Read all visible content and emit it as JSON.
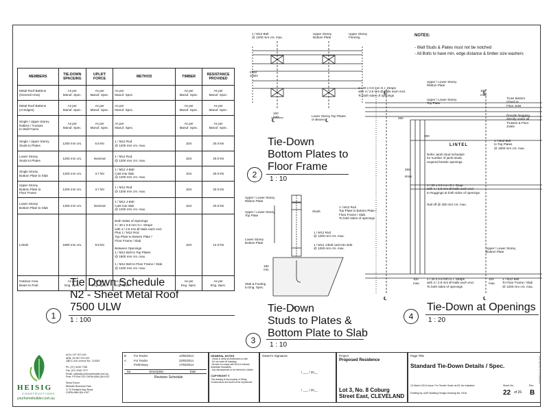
{
  "notes": {
    "heading": "NOTES:",
    "lines": "- Wall Studs & Plates must not be notched\n- All Bolts to have min. edge distance & timber size washers"
  },
  "schedule": {
    "headers": [
      "MEMBERS",
      "TIE-DOWN\nSPACEING",
      "UPLIFT\nFORCE",
      "METHOD",
      "TIMBER",
      "RESISTANCE\nPROVIDED"
    ],
    "rows": [
      [
        "Metal Roof Battens\n(General Area)",
        "As per\nManuf. Spec.",
        "As per\nManuf. Spec.",
        "As per\nManuf. Spec.",
        "As per\nManuf. Spec.",
        "As per\nManuf. Spec."
      ],
      [
        "Metal Roof Battens\n(At Edges)",
        "As per\nManuf. Spec.",
        "As per\nManuf. Spec.",
        "As per\nManuf. Spec.",
        "As per\nManuf. Spec.",
        "As per\nManuf. Spec."
      ],
      [
        "Single / Upper Storey\nRafters / Trusses\nto Wall Frame",
        "As per\nManuf. Spec.",
        "As per\nManuf. Spec.",
        "As per\nManuf. Spec.",
        "As per\nManuf. Spec.",
        "As per\nManuf. Spec."
      ],
      [
        "Single / Upper Storey\nStuds to Plates",
        "1200 mm crs.",
        "6.6 kN",
        "1 / M12 Rod\n@ 1200 mm crs. max.",
        "JD4",
        "20.0 kN"
      ],
      [
        "Lower Storey\nStuds to Plates",
        "1200 mm crs.",
        "Nominal",
        "1 / M12 Rod\n@ 1200 mm crs. max.",
        "JD4",
        "20.0 kN"
      ],
      [
        "Single Storey\nBottom Plate to Slab",
        "1200 mm crs.",
        "3.7 kN",
        "1 / M12 J-Bolt\nCast into slab\n@ 1200 mm crs. max.",
        "JD4",
        "20.0 kN"
      ],
      [
        "Upper Storey\nBottom Plate to\nFloor Frame",
        "1200 mm crs.",
        "3.7 kN",
        "1 / M12 Rod\n@ 1200 mm crs. max.",
        "JD4",
        "20.0 kN"
      ],
      [
        "Lower Storey\nBottom Plate to Slab",
        "1200 mm crs.",
        "Nominal",
        "1 / M12 J-Bolt\nCast into slab\n@ 1200 mm crs. max.",
        "JD4",
        "20.0 kN"
      ],
      [
        "Lintels",
        "1800 mm crs.",
        "9.9 kN",
        "Both Sides of Openings\n2 / 30 x 0.8 mm G.I. Straps\nwith 4 / 2.8 mm Ø Nails each end.\nPlus 1 / M12 Rod\nTop Plate to Bottom Plate /\nFloor Frame / Slab\n\nBetween Openings\n1 / M12 Bolt to Top Plates\n@ 1800 mm crs. max.\n\n1 / M12 Bolt to Floor Frame / Slab\n@ 1200 mm crs. max.",
        "JD4",
        "12.0 kN"
      ],
      [
        "Outdoor Area\nBeam to Post",
        "As per\nEng. Spec.",
        "As per\nEng. Spec.",
        "As per\nEng. Spec.",
        "As per\nEng. Spec.",
        "As per\nEng. Spec."
      ]
    ]
  },
  "detail1": {
    "num": "1",
    "title": "Tie Down Schedule\nN2 - Sheet Metal Roof\n7500 ULW",
    "scale": "1 : 100"
  },
  "detail2": {
    "num": "2",
    "title": "Tie-Down\nBottom Plates to\nFloor Frame",
    "scale": "1 : 10",
    "labels": {
      "bolt": "1 / M12 Bolt\n@ 1200 mm crs. max.",
      "upper_plate": "Upper Storey\nBottom Plate",
      "upper_floor": "Upper Storey\nFlooring",
      "floor_joists": "Floor\nJoists",
      "dim": "100\nmax.",
      "lower_plates": "Lower Storey Top Plates\nor Bearer"
    }
  },
  "detail3": {
    "num": "3",
    "title": "Tie-Down\nStuds to Plates &\nBottom Plate to Slab",
    "scale": "1 : 10",
    "labels": {
      "ribbon": "Upper / Lower Storey\nRibbon Plate",
      "top_plate": "Upper / Lower Storey\nTop Plate",
      "studs": "Studs",
      "rod": "1 / M12 Rod\nTop Plate to Bottom Plate /\nFloor Frame / Slab.\nTo both sides of openings",
      "rod2": "1 / M12 Rod\n@ 1200 mm crs. max.",
      "lower_bottom": "Lower Storey\nBottom Plate",
      "jbolt": "1 / M12 J-Bolt cast into slab\n@ 1200 mm crs. max.",
      "dim180": "180\nmin.",
      "slab": "Slab & Footing\nto Eng. Spec."
    }
  },
  "detail4": {
    "num": "4",
    "title": "Tie-Down at Openings",
    "scale": "1 : 20",
    "lintel": "LINTEL",
    "labels": {
      "straps_top": "2 / 30 x 0.8 mm G.I. Straps\nwith 4 / 2.8 mm Ø Nails each end.\nTo both sides of openings",
      "ribbon": "Upper / Lower Storey\nRibbon Plate",
      "top_plate": "Upper / Lower Storey\nTop Plate",
      "truss": "Truss Bottom\nChord or\nFloor Joist",
      "nogging": "Provide Nogging\ndirectly under all\nTrusses & Floor\nJoists",
      "bolt_top": "1 / M12 Bolt\nto Top Plates\n@ 1800 mm crs. max.",
      "jamb": "Refer Jamb Stud Schedule\nfor number of jamb studs\nrequired beside openings",
      "strap_single": "1 / 30 x 0.8 mm G.I. Strap\nwith 4 / 2.8 mm Ø Nails each end\nto Noggings at both sides of openings",
      "nail_off": "Nail off @ 300 mm crs. max.",
      "bottom_plate": "Upper / Lower Storey\nBottom Plate",
      "straps_bot": "2 / 30 x 0.8 mm G.I. Straps\nwith 4 / 2.8 mm Ø Nails each end.\nTo both sides of openings",
      "bolt_bot": "1 / M12 Bolt\nTo Floor Frame / Slab\n@ 1200 mm crs. max.",
      "dims": [
        "100",
        "max.",
        "250",
        "250",
        "strap",
        "strap",
        "100",
        "max.",
        "100",
        "max.",
        "250",
        "strap"
      ]
    }
  },
  "titleblock": {
    "company": "HEISIG",
    "company_sub": "CONSTRUCTIONS",
    "url": "yourhomebuilder.com.au",
    "contact": "ACN: 107 970 420\nABN: 33 087 970 420\nQBCC Act Licence No: 712053\n\nPh: (07) 3245 7788\nFax: (07) 3245 7377\nEmail: sales@yourhomebuilder.com.au\nPost: PO Box 422 CAPALABA Qld 4157\n\nShow Room:\nBirkdale Business Park\n1/ 70 Redland Bay Road,\nCAPALABA Qld 4157",
    "revisions": [
      [
        "B",
        "For Tender",
        "13/03/2014"
      ],
      [
        "A",
        "For Tender",
        "23/03/2014"
      ],
      [
        "-",
        "Preliminary",
        "17/03/2014"
      ]
    ],
    "rev_headers": [
      "No.",
      "Description",
      "Date"
    ],
    "rev_caption": "Revision Schedule",
    "general_notes_title": "GENERAL NOTES",
    "general_notes": "- Check & verify all dimensions on site.\n- Do not scale off drawings.\n- All work to comply with BCA & relevant\nAustralian Standards.\n- Any discrepancies to be referred to builder.",
    "copyright_title": "COPYRIGHT ©",
    "copyright": "This drawing is the property of Heisig\nConstructions and must not be reproduced.",
    "owner_sig": "Owner's Signature",
    "owner_date": "/ ___ / 20__",
    "project_lbl": "Project",
    "project": "Proposed Residence",
    "address": "Lot 3, No. 8 Coburg\nStreet East, CLEVELAND",
    "page_title_lbl": "Page Title",
    "page_title": "Standard Tie-Down Details / Spec.",
    "meta": "13 March 2014   Issue: For Tender   Scale at A3: As indicated",
    "drafted": "Drafting by: A&R Building Design     Drawing No: 0316",
    "sheet": "22",
    "sheet_of": "of 26",
    "rev": "B",
    "sheet_lbl": "Sheet No.",
    "rev_lbl": "Rev"
  },
  "side_note": "1/03/2014 11:34:52 AM"
}
